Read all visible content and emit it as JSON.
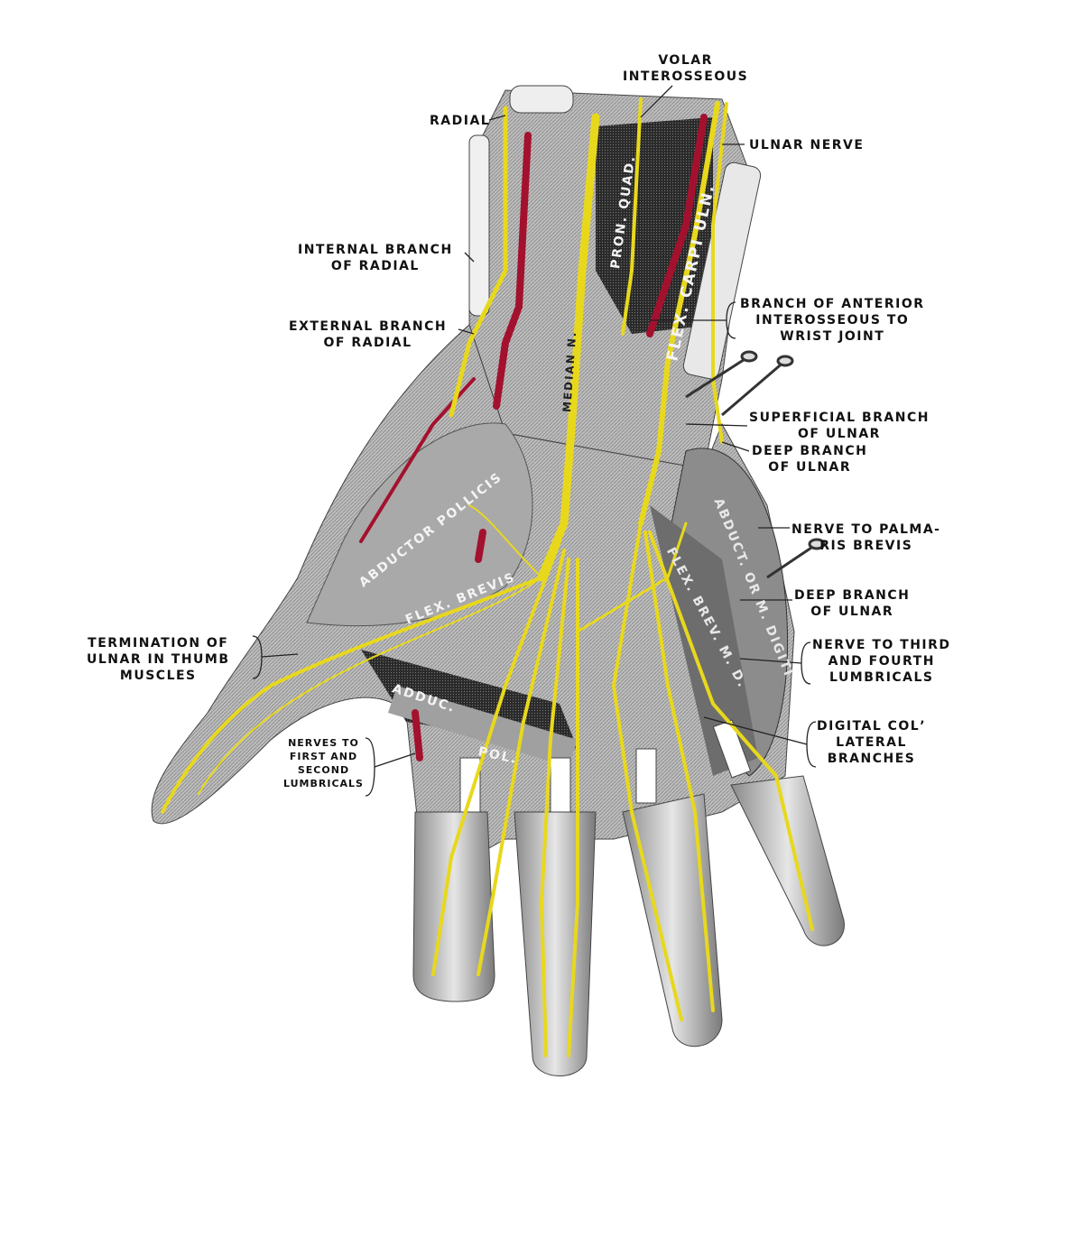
{
  "labels": {
    "volar_interosseous": [
      "VOLAR",
      "INTEROSSEOUS"
    ],
    "radial": "RADIAL",
    "ulnar_nerve": "ULNAR NERVE",
    "internal_branch_radial": [
      "INTERNAL BRANCH",
      "OF RADIAL"
    ],
    "external_branch_radial": [
      "EXTERNAL BRANCH",
      "OF RADIAL"
    ],
    "branch_anterior_interosseous": [
      "BRANCH OF ANTERIOR",
      "INTEROSSEOUS TO",
      "WRIST JOINT"
    ],
    "superficial_branch_ulnar": [
      "SUPERFICIAL BRANCH",
      "OF ULNAR"
    ],
    "deep_branch_ulnar_1": [
      "DEEP BRANCH",
      "OF ULNAR"
    ],
    "nerve_palmaris_brevis": [
      "NERVE TO PALMA-",
      "RIS BREVIS"
    ],
    "deep_branch_ulnar_2": [
      "DEEP BRANCH",
      "OF ULNAR"
    ],
    "nerve_third_fourth_lumbricals": [
      "NERVE TO THIRD",
      "AND FOURTH",
      "LUMBRICALS"
    ],
    "digital_collateral": [
      "DIGITAL COLʼ",
      "LATERAL",
      "BRANCHES"
    ],
    "termination_ulnar_thumb": [
      "TERMINATION OF",
      "ULNAR IN THUMB",
      "MUSCLES"
    ],
    "nerves_first_second_lumbricals": [
      "NERVES TO",
      "FIRST AND",
      "SECOND",
      "LUMBRICALS"
    ]
  },
  "structure_labels": {
    "pron_quad": "PRON. QUAD.",
    "flex_carpi_uln": "FLEX. CARPI ULN.",
    "median_n": "MEDIAN N.",
    "abductor_pollicis": "ABDUCTOR POLLICIS",
    "flex_brevis": "FLEX. BREVIS",
    "adduc": "ADDUC.",
    "pol": "POL.",
    "abductor_m_digiti": "ABDUCT. OR M. DIGITI",
    "flex_brev_m_d": "FLEX. BREV. M. D."
  },
  "colors": {
    "nerve": "#e8d81c",
    "artery": "#a3112e",
    "muscle_dark": "#2b2b2b",
    "tissue": "#b8b8b8"
  }
}
